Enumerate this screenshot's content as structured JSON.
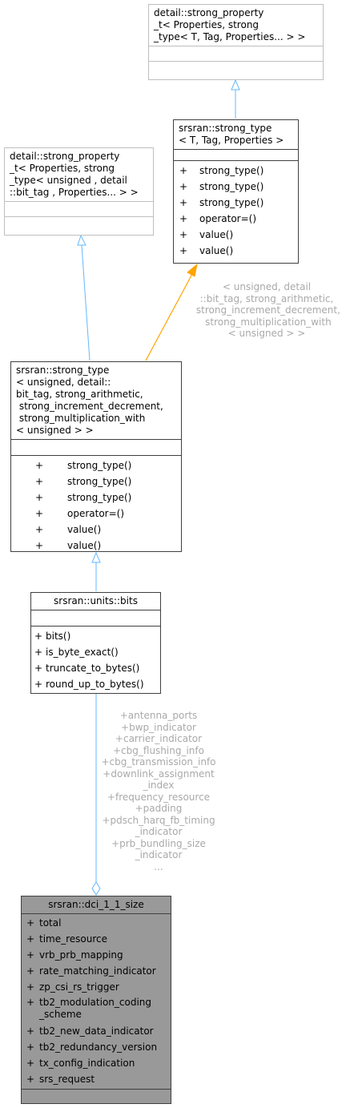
{
  "nodes": {
    "strong_property_top": {
      "title": "detail::strong_property\n_t< Properties, strong\n_type< T, Tag, Properties... > >"
    },
    "strong_type_generic": {
      "title": "srsran::strong_type\n< T, Tag, Properties >",
      "members": [
        {
          "vis": "+",
          "name": "strong_type()"
        },
        {
          "vis": "+",
          "name": "strong_type()"
        },
        {
          "vis": "+",
          "name": "strong_type()"
        },
        {
          "vis": "+",
          "name": "operator=()"
        },
        {
          "vis": "+",
          "name": "value()"
        },
        {
          "vis": "+",
          "name": "value()"
        }
      ]
    },
    "strong_property_left": {
      "title": "detail::strong_property\n_t< Properties, strong\n_type< unsigned , detail\n::bit_tag , Properties... > >"
    },
    "strong_type_bits": {
      "title": "srsran::strong_type\n< unsigned, detail::\nbit_tag, strong_arithmetic,\n strong_increment_decrement,\n strong_multiplication_with\n< unsigned > >",
      "members": [
        {
          "vis": "+",
          "name": "strong_type()"
        },
        {
          "vis": "+",
          "name": "strong_type()"
        },
        {
          "vis": "+",
          "name": "strong_type()"
        },
        {
          "vis": "+",
          "name": "operator=()"
        },
        {
          "vis": "+",
          "name": "value()"
        },
        {
          "vis": "+",
          "name": "value()"
        }
      ]
    },
    "units_bits": {
      "title": "srsran::units::bits",
      "members": [
        {
          "vis": "+",
          "name": "bits()"
        },
        {
          "vis": "+",
          "name": "is_byte_exact()"
        },
        {
          "vis": "+",
          "name": "truncate_to_bytes()"
        },
        {
          "vis": "+",
          "name": "round_up_to_bytes()"
        }
      ]
    },
    "dci_size": {
      "title": "srsran::dci_1_1_size",
      "members": [
        {
          "vis": "+",
          "name": "total"
        },
        {
          "vis": "+",
          "name": "time_resource"
        },
        {
          "vis": "+",
          "name": "vrb_prb_mapping"
        },
        {
          "vis": "+",
          "name": "rate_matching_indicator"
        },
        {
          "vis": "+",
          "name": "zp_csi_rs_trigger"
        },
        {
          "vis": "+",
          "name": "tb2_modulation_coding\n_scheme"
        },
        {
          "vis": "+",
          "name": "tb2_new_data_indicator"
        },
        {
          "vis": "+",
          "name": "tb2_redundancy_version"
        },
        {
          "vis": "+",
          "name": "tx_config_indication"
        },
        {
          "vis": "+",
          "name": "srs_request"
        }
      ]
    }
  },
  "edge_labels": {
    "template_binding": "< unsigned, detail\n::bit_tag, strong_arithmetic,\n strong_increment_decrement,\n strong_multiplication_with\n< unsigned > >",
    "usage": "+antenna_ports\n+bwp_indicator\n+carrier_indicator\n+cbg_flushing_info\n+cbg_transmission_info\n+downlink_assignment\n_index\n+frequency_resource\n+padding\n+pdsch_harq_fb_timing\n_indicator\n+prb_bundling_size\n_indicator\n..."
  },
  "colors": {
    "inheritance_edge": "#63b8ff",
    "template_edge": "#ffa500",
    "usage_edge": "#63b8ff",
    "highlight_fill": "#999999"
  }
}
